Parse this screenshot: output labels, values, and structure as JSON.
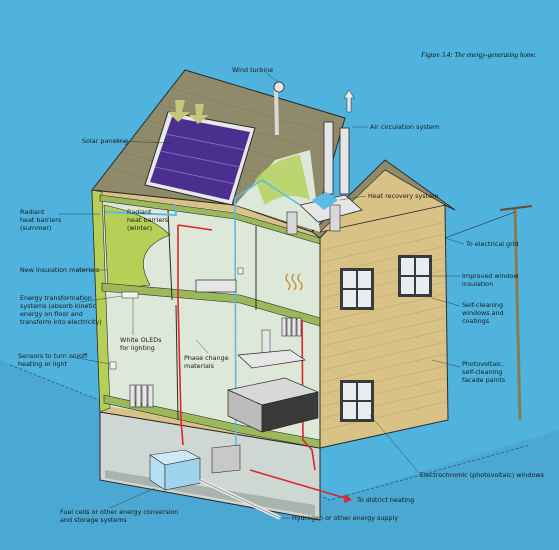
{
  "caption": "Figure 3.4: The energy-generating home.",
  "labels": {
    "wind_turbine": "Wind turbine",
    "solar_paneling": "Solar paneling",
    "air_circulation": "Air circulation system",
    "heat_recovery": "Heat recovery system",
    "radiant_summer": "Radiant\nheat barriers\n(summer)",
    "radiant_winter": "Radiant\nheat barriers\n(winter)",
    "to_grid": "To electrical grid",
    "new_insulation": "New insulation materials",
    "improved_window": "Improved window\ninsulation",
    "energy_transformation": "Energy transformation\nsystems (absorb kinetic\nenergy on floor and\ntransform into electricity)",
    "self_cleaning_windows": "Self-cleaning\nwindows and\ncoatings",
    "white_oleds": "White OLEDs\nfor lighting",
    "phase_change": "Phase change\nmaterials",
    "sensors": "Sensors to turn on/off\nheating or light",
    "photovoltaic_paints": "Photovoltaic,\nself-cleaning\nfacade paints",
    "electrochromic": "Electrochromic (photovoltaic) windows",
    "district_heating": "To district heating",
    "fuel_cells": "Fuel cells or other energy conversion\nand storage systems",
    "hydrogen": "Hydrogen or other energy supply"
  },
  "colors": {
    "background": "#4fb3de",
    "roof": "#8f8a6a",
    "siding": "#d8c286",
    "inner_wall": "#dde8d8",
    "insulation": "#b5cf57",
    "floor": "#9bb85a",
    "solar_panel": "#4b2f8e",
    "heat_line": "#e0242b",
    "air_duct": "#5bbbe6",
    "outline": "#2a2a2a"
  }
}
